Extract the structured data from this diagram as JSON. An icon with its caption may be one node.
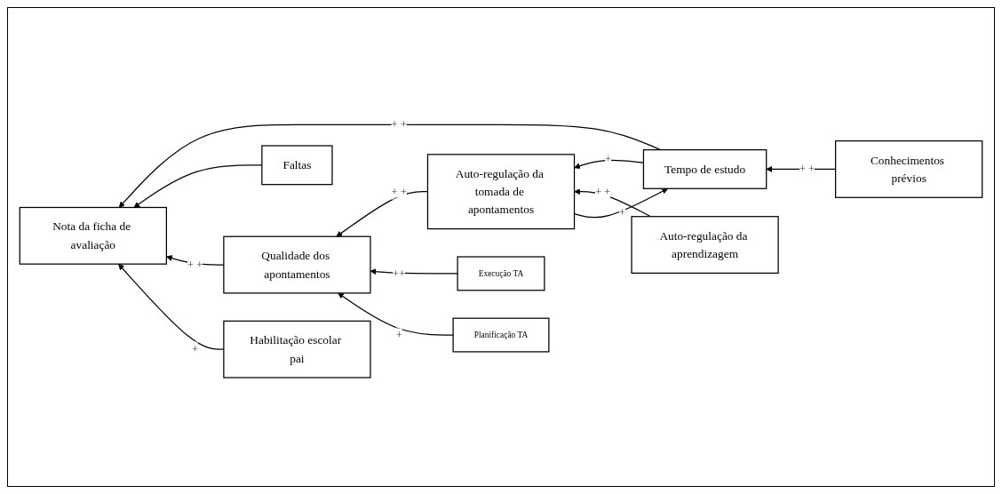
{
  "diagram": {
    "nodes": [
      {
        "text": [
          "Conhecimentos prévios"
        ]
      },
      {
        "text": [
          "Tempo de estudo"
        ]
      },
      {
        "text": [
          "Faltas"
        ]
      },
      {
        "text": [
          "Nota da ficha de avaliação"
        ]
      },
      {
        "text": [
          "Qualidade dos apontamentos"
        ]
      },
      {
        "text": [
          "Auto-regulação da tomada de apontamentos"
        ]
      },
      {
        "text": [
          "Auto-regulação da aprendizagem"
        ]
      },
      {
        "text": [
          "Habilitação escolar pai"
        ]
      },
      {
        "text": [
          "Execução TA"
        ]
      },
      {
        "text": [
          "Planificação TA"
        ]
      }
    ],
    "edges": [
      {
        "from": 0,
        "to": 1,
        "arrow": "to",
        "label": "+ +"
      },
      {
        "from": 1,
        "to": 5,
        "arrow": "to",
        "label": "+"
      },
      {
        "from": 5,
        "to": 1,
        "arrow": "to",
        "label": "+"
      },
      {
        "from": 1,
        "to": 3,
        "arrow": "to",
        "label": "+ +"
      },
      {
        "from": 2,
        "to": 3,
        "arrow": "to"
      },
      {
        "from": 4,
        "to": 3,
        "arrow": "to",
        "label": "+ +"
      },
      {
        "from": 5,
        "to": 4,
        "arrow": "to",
        "label": "+ +"
      },
      {
        "from": 6,
        "to": 5,
        "arrow": "to",
        "label": "+ +"
      },
      {
        "from": 7,
        "to": 3,
        "arrow": "to",
        "label": "+"
      },
      {
        "from": 8,
        "to": 4,
        "arrow": "to",
        "label": "++"
      },
      {
        "from": 9,
        "to": 4,
        "arrow": "to",
        "label": "+"
      }
    ]
  }
}
